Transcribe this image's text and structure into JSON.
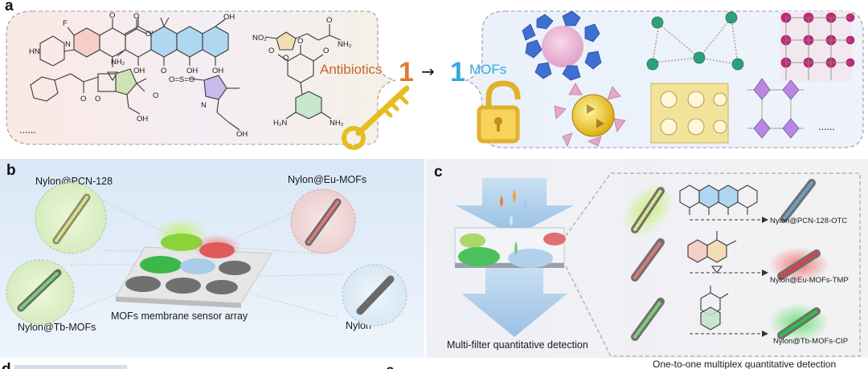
{
  "panels": {
    "a": {
      "letter": "a",
      "antibiotics_word": "Antibiotics",
      "ratio_left": "1",
      "arrow": "→",
      "ratio_right": "1",
      "mofs_word": "MOFs",
      "ellipsis_left": "......",
      "ellipsis_right": "......"
    },
    "b": {
      "letter": "b",
      "label_pcn": "Nylon@PCN-128",
      "label_eu": "Nylon@Eu-MOFs",
      "label_tb": "Nylon@Tb-MOFs",
      "label_nylon": "Nylon",
      "array_caption": "MOFs membrane sensor array"
    },
    "c": {
      "letter": "c",
      "filter_caption": "Multi-filter quantitative detection",
      "result_otc": "Nylon@PCN-128-OTC",
      "result_tmp": "Nylon@Eu-MOFs-TMP",
      "result_cip": "Nylon@Tb-MOFs-CIP",
      "bottom_caption": "One-to-one multiplex quantitative detection"
    },
    "d": {
      "letter": "d"
    },
    "e": {
      "letter": "e"
    }
  },
  "colors": {
    "antibiotics_orange": "#c8642a",
    "one_orange": "#e07a2e",
    "one_blue": "#32a8e0",
    "mofs_blue": "#32a8e0",
    "key_gold": "#e6bd1f",
    "lock_gold": "#e0b12a",
    "green_film": "#5ac85a",
    "red_film": "#e0605a",
    "blue_film": "#a8cde8",
    "gray_film": "#7a7a7a"
  }
}
